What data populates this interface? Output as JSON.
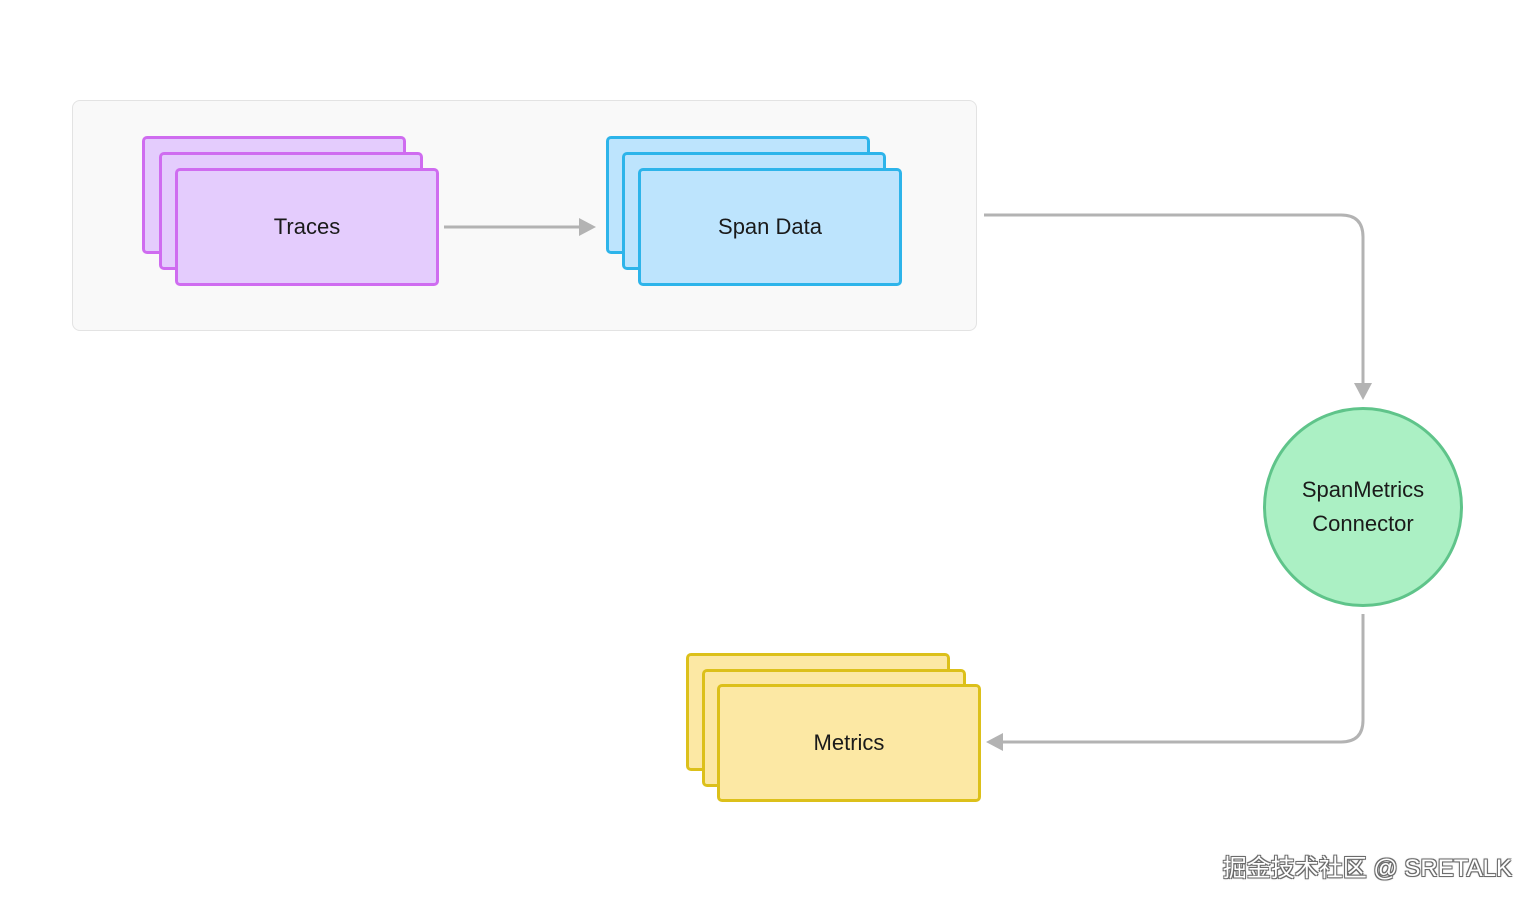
{
  "nodes": {
    "traces": {
      "label": "Traces",
      "fill": "#e4ccfd",
      "stroke": "#cf6cf0"
    },
    "span_data": {
      "label": "Span Data",
      "fill": "#bde4fd",
      "stroke": "#2db4ea"
    },
    "connector": {
      "line1": "SpanMetrics",
      "line2": "Connector",
      "fill": "#abf0c4",
      "stroke": "#5fc48a"
    },
    "metrics": {
      "label": "Metrics",
      "fill": "#fce8a4",
      "stroke": "#dcc01a"
    }
  },
  "edges": {
    "color": "#b3b3b3"
  },
  "watermark": {
    "text": "掘金技术社区 @ SRETALK"
  }
}
